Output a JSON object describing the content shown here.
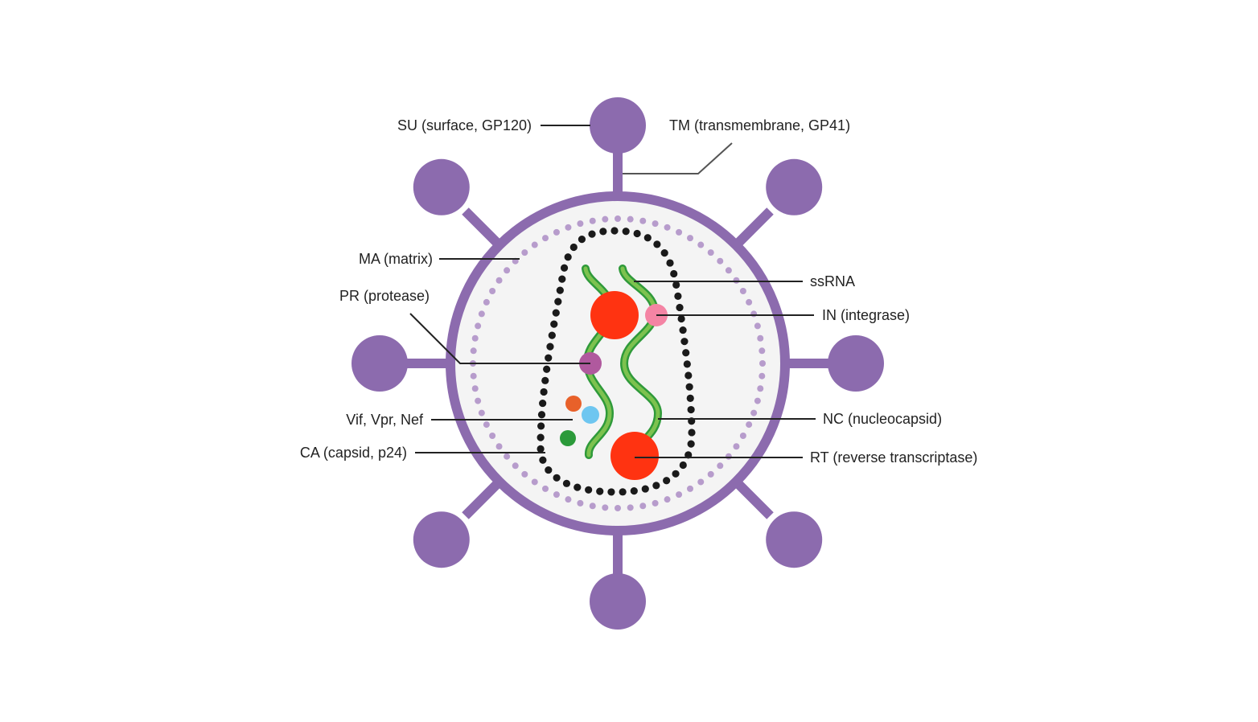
{
  "labels": {
    "su": "SU (surface, GP120)",
    "tm": "TM (transmembrane,  GP41)",
    "ma": "MA (matrix)",
    "pr": "PR (protease)",
    "vif": "Vif, Vpr, Nef",
    "ca": "CA (capsid, p24)",
    "ssrna": "ssRNA",
    "in": "IN (integrase)",
    "nc": "NC (nucleocapsid)",
    "rt": "RT (reverse transcriptase)"
  },
  "colors": {
    "envelope": "#8c6bae",
    "matrix_dots": "#b79ccc",
    "interior": "#f4f4f4",
    "capsid_dots": "#1a1a1a",
    "rna_fill": "#7dc24f",
    "rna_edge": "#2f9a3a",
    "reverse_transcriptase": "#ff3311",
    "integrase": "#f484a4",
    "protease": "#b0599e",
    "accessory_orange": "#e8612a",
    "accessory_blue": "#6ec6f0",
    "accessory_green": "#2b9a3a"
  }
}
